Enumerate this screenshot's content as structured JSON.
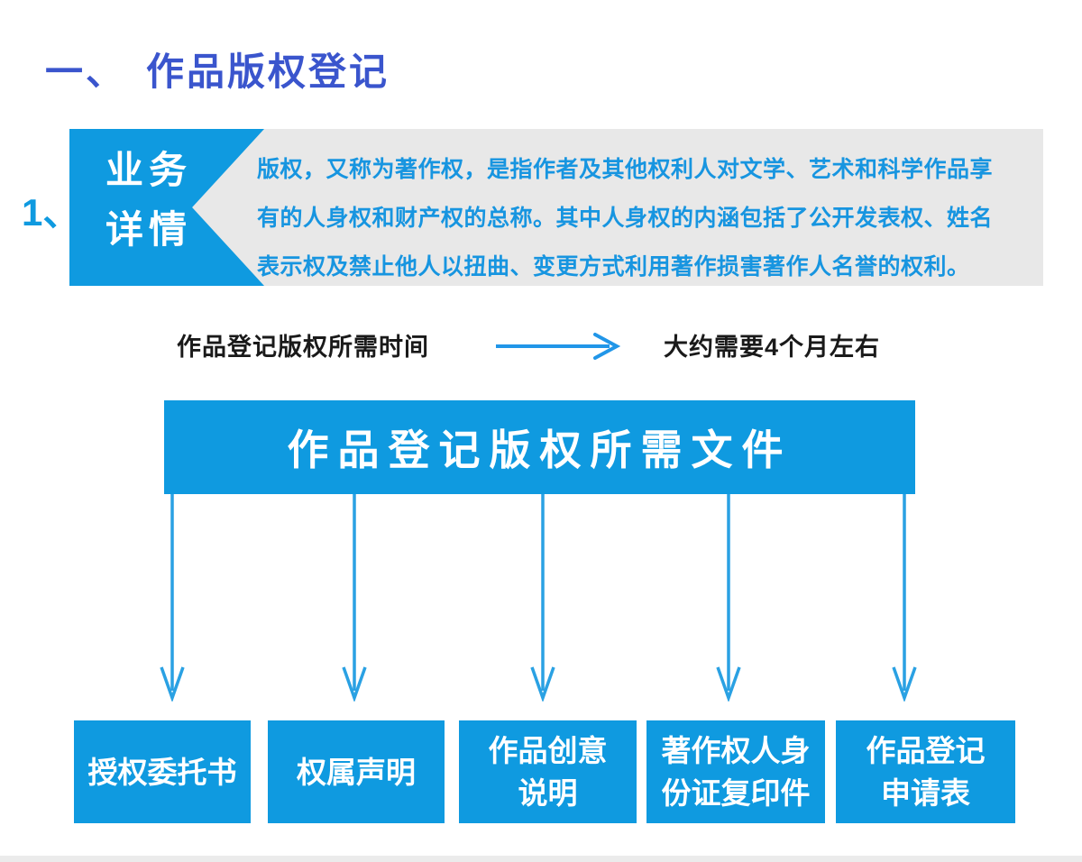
{
  "page": {
    "title_prefix": "一、",
    "title": "作品版权登记",
    "item_number": "1、"
  },
  "detail_callout": {
    "label_lines": [
      "业务",
      "详情"
    ],
    "body_lines": [
      "版权，又称为著作权，是指作者及其他权利人对文学、艺术和科学作品享",
      "有的人身权和财产权的总称。其中人身权的内涵包括了公开发表权、姓名",
      "表示权及禁止他人以扭曲、变更方式利用著作损害著作人名誉的权利。"
    ]
  },
  "time_row": {
    "label": "作品登记版权所需时间",
    "arrow_icon": "right-arrow",
    "value": "大约需要4个月左右"
  },
  "required_files": {
    "banner": "作品登记版权所需文件",
    "items": [
      {
        "lines": [
          "授权委托书"
        ]
      },
      {
        "lines": [
          "权属声明"
        ]
      },
      {
        "lines": [
          "作品创意",
          "说明"
        ]
      },
      {
        "lines": [
          "著作权人身",
          "份证复印件"
        ]
      },
      {
        "lines": [
          "作品登记",
          "申请表"
        ]
      }
    ]
  },
  "colors": {
    "primary_blue": "#0f9ae0",
    "title_blue": "#3a55cd",
    "body_text_blue": "#1795e0",
    "arrow_blue": "#2aa1e3",
    "horizontal_arrow_blue": "#2196e8",
    "panel_gray": "#e8e8e8",
    "text_black": "#1a1a1a"
  }
}
